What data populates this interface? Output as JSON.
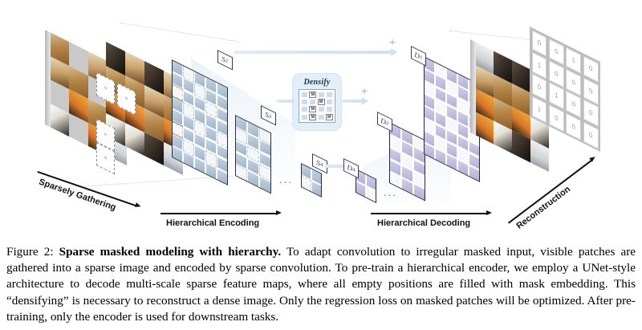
{
  "figure": {
    "stages": {
      "sparse_maps": [
        {
          "id": "S1",
          "label": "S",
          "sub": "1"
        },
        {
          "id": "S2",
          "label": "S",
          "sub": "2"
        },
        {
          "id": "S4",
          "label": "S",
          "sub": "4"
        }
      ],
      "dense_maps": [
        {
          "id": "D1",
          "label": "D",
          "sub": "1"
        },
        {
          "id": "D2",
          "label": "D",
          "sub": "2"
        },
        {
          "id": "D4",
          "label": "D",
          "sub": "4"
        }
      ],
      "ellipsis": "..."
    },
    "densify": {
      "title": "Densify",
      "mask_token": "M",
      "grid": [
        [
          "",
          "M",
          "",
          ""
        ],
        [
          "",
          "",
          "M",
          ""
        ],
        [
          "",
          "M",
          "",
          ""
        ],
        [
          "",
          "M",
          "",
          "M"
        ]
      ]
    },
    "skip_connections": {
      "plus_symbol": "+",
      "count": 2
    },
    "axes": [
      {
        "name": "sparsely-gathering",
        "label": "Sparsely Gathering"
      },
      {
        "name": "hierarchical-encoding",
        "label": "Hierarchical Encoding"
      },
      {
        "name": "hierarchical-decoding",
        "label": "Hierarchical Decoding"
      },
      {
        "name": "reconstruction",
        "label": "Reconstruction"
      }
    ],
    "mask_pattern_grid": {
      "rows": [
        [
          "0",
          "0",
          "1",
          "0"
        ],
        [
          "1",
          "0",
          "0",
          "0"
        ],
        [
          "0",
          "1",
          "0",
          "0"
        ],
        [
          "1",
          "0",
          "0",
          "0"
        ]
      ]
    },
    "input_mask_grid": {
      "masked_symbol": "",
      "rows": [
        [
          "visible",
          "masked",
          "visible",
          "visible"
        ],
        [
          "visible",
          "visible",
          "masked",
          "visible"
        ],
        [
          "masked",
          "visible",
          "visible",
          "masked"
        ],
        [
          "visible",
          "masked",
          "visible",
          "visible"
        ]
      ]
    },
    "colors": {
      "encoder": "#9fb4ca",
      "decoder": "#b4aed6",
      "densify_bg": "#e2eef8",
      "mask_gray": "#c9c9c9",
      "skip_arrow": "#cfe0ef",
      "axis": "#111111"
    }
  },
  "caption": {
    "number": "Figure 2:",
    "title": "Sparse masked modeling with hierarchy.",
    "body": "To adapt convolution to irregular masked input, visible patches are gathered into a sparse image and encoded by sparse convolution. To pre-train a hierarchical encoder, we employ a UNet-style architecture to decode multi-scale sparse feature maps, where all empty positions are filled with mask embedding. This “densifying” is necessary to reconstruct a dense image. Only the regression loss on masked patches will be optimized. After pre-training, only the encoder is used for downstream tasks."
  }
}
